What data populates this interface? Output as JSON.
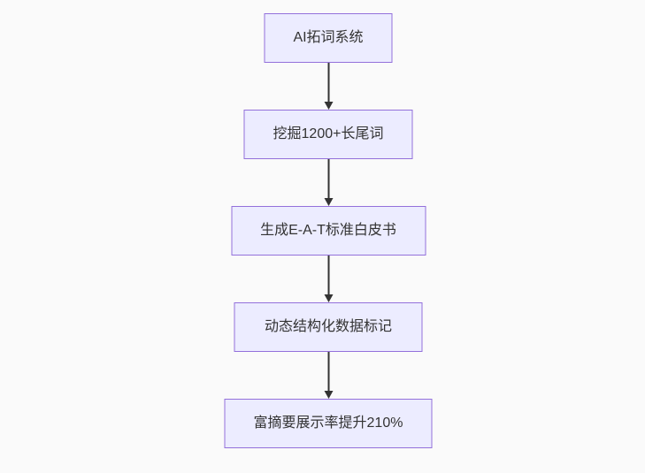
{
  "diagram": {
    "type": "flowchart",
    "direction": "top-down",
    "nodes": [
      {
        "label": "AI拓词系统"
      },
      {
        "label": "挖掘1200+长尾词"
      },
      {
        "label": "生成E-A-T标准白皮书"
      },
      {
        "label": "动态结构化数据标记"
      },
      {
        "label": "富摘要展示率提升210%"
      }
    ],
    "edges": [
      {
        "from": 0,
        "to": 1
      },
      {
        "from": 1,
        "to": 2
      },
      {
        "from": 2,
        "to": 3
      },
      {
        "from": 3,
        "to": 4
      }
    ],
    "colors": {
      "background": "#fafafa",
      "node_fill": "#ECECFF",
      "node_border": "#9370DB",
      "node_text": "#333333",
      "arrow": "#333333"
    }
  }
}
